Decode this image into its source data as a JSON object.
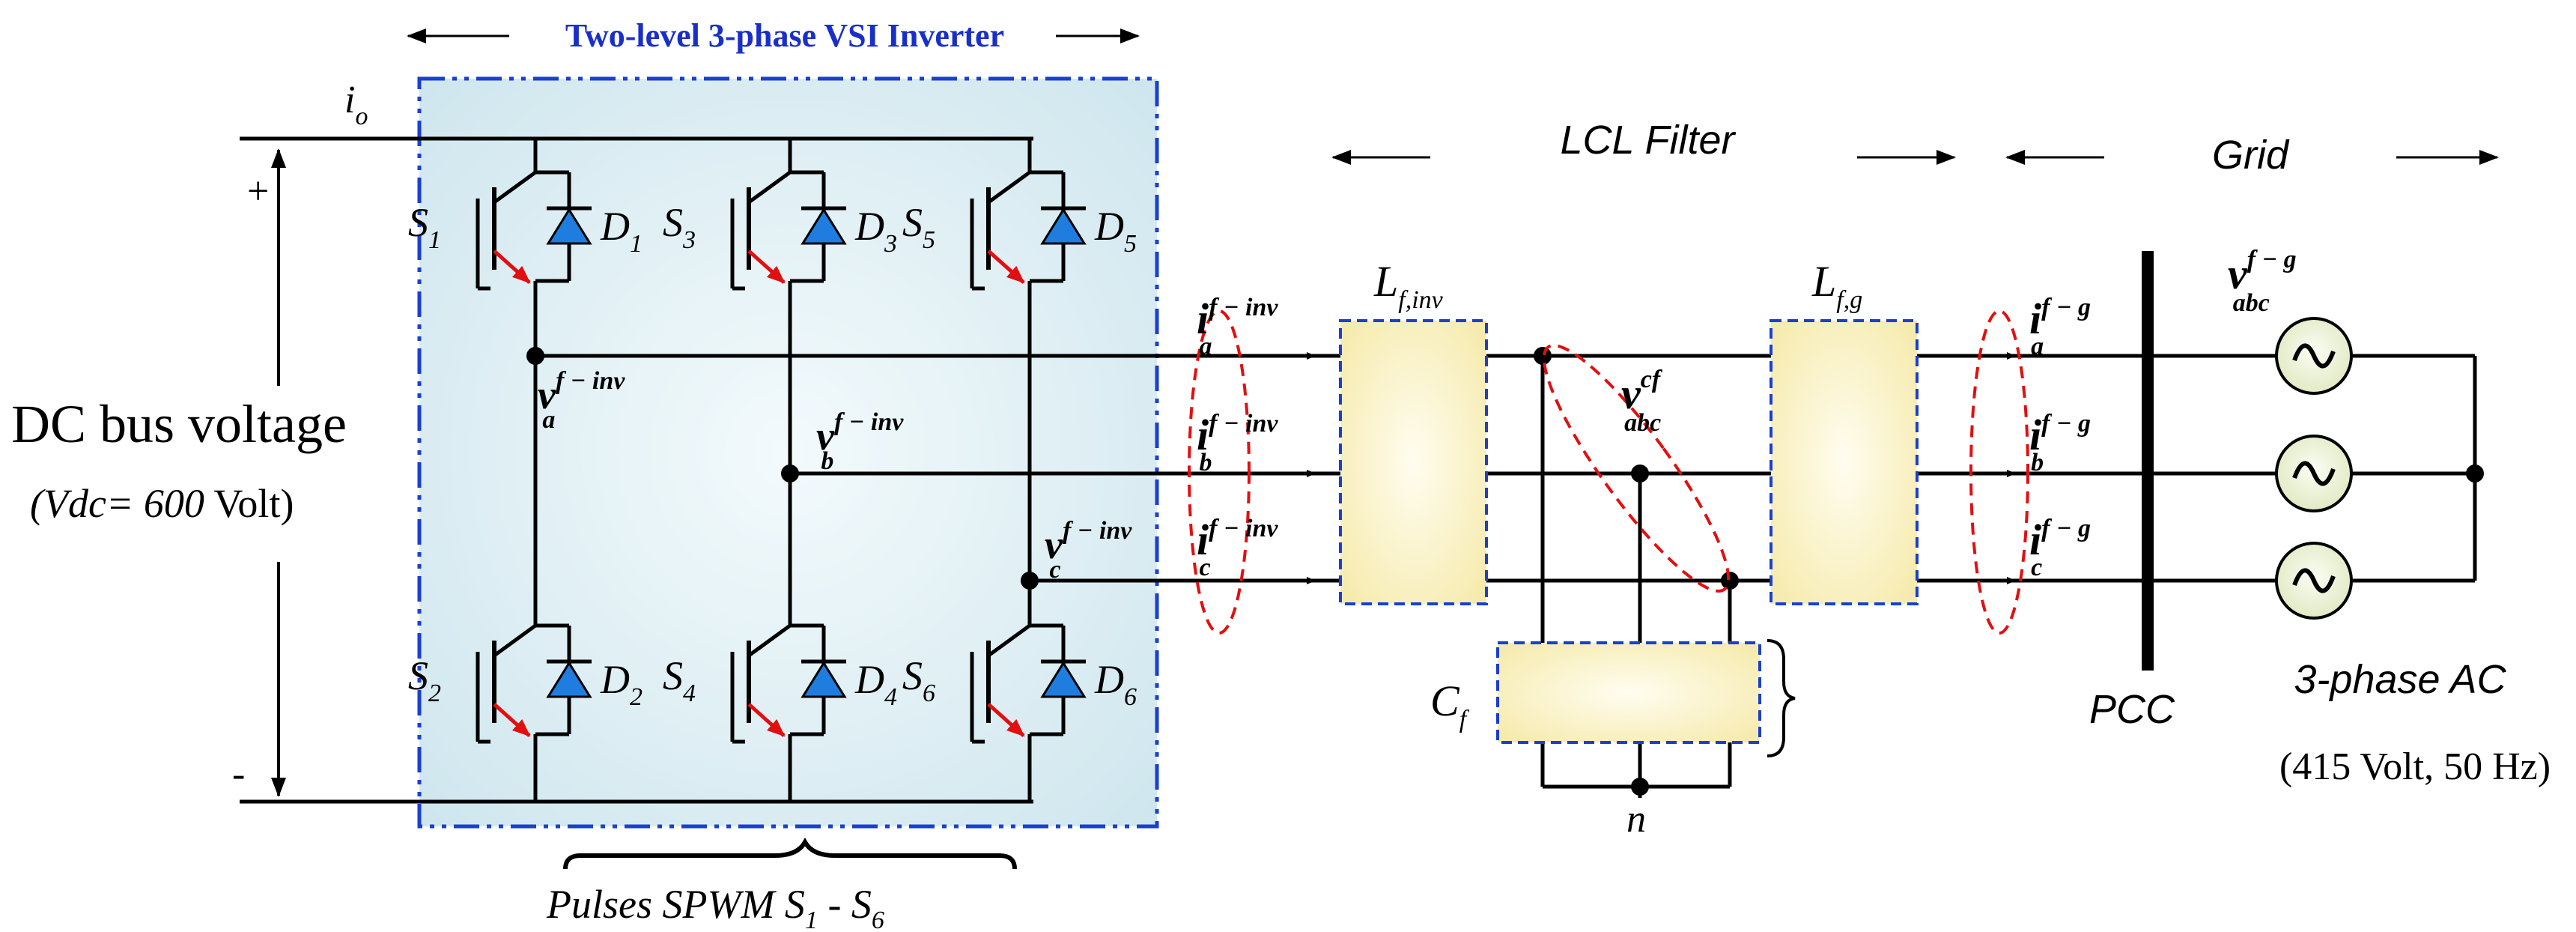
{
  "title": "Two-level 3-phase VSI Inverter",
  "dc": {
    "io": "i",
    "io_sub": "o",
    "plus": "+",
    "minus": "-",
    "label": "DC bus voltage",
    "value_prefix": "(Vdc= ",
    "value_num": "600",
    "value_suffix": " Volt)"
  },
  "switches": [
    {
      "s": "S",
      "s_sub": "1",
      "d": "D",
      "d_sub": "1"
    },
    {
      "s": "S",
      "s_sub": "3",
      "d": "D",
      "d_sub": "3"
    },
    {
      "s": "S",
      "s_sub": "5",
      "d": "D",
      "d_sub": "5"
    },
    {
      "s": "S",
      "s_sub": "2",
      "d": "D",
      "d_sub": "2"
    },
    {
      "s": "S",
      "s_sub": "4",
      "d": "D",
      "d_sub": "4"
    },
    {
      "s": "S",
      "s_sub": "6",
      "d": "D",
      "d_sub": "6"
    }
  ],
  "inverter_voltages": [
    {
      "base": "v",
      "sup": "f − inv",
      "sub": "a"
    },
    {
      "base": "v",
      "sup": "f − inv",
      "sub": "b"
    },
    {
      "base": "v",
      "sup": "f − inv",
      "sub": "c"
    }
  ],
  "inverter_currents": [
    {
      "base": "i",
      "sup": "f − inv",
      "sub": "a"
    },
    {
      "base": "i",
      "sup": "f − inv",
      "sub": "b"
    },
    {
      "base": "i",
      "sup": "f − inv",
      "sub": "c"
    }
  ],
  "grid_currents": [
    {
      "base": "i",
      "sup": "f − g",
      "sub": "a"
    },
    {
      "base": "i",
      "sup": "f − g",
      "sub": "b"
    },
    {
      "base": "i",
      "sup": "f − g",
      "sub": "c"
    }
  ],
  "filter": {
    "header": "LCL Filter",
    "l_inv": "L",
    "l_inv_sub": "f,inv",
    "l_g": "L",
    "l_g_sub": "f,g",
    "cf": "C",
    "cf_sub": "f",
    "vcf_base": "v",
    "vcf_sup": "cf",
    "vcf_sub": "abc",
    "neutral": "n"
  },
  "grid": {
    "header": "Grid",
    "v_base": "v",
    "v_sup": "f − g",
    "v_sub": "abc",
    "pcc": "PCC",
    "ac_label": "3-phase AC",
    "ac_spec": "(415 Volt, 50 Hz)"
  },
  "pulses": {
    "label": "Pulses SPWM  S",
    "s_first_sub": "1",
    "dash": "  - S",
    "s_last_sub": "6"
  },
  "colors": {
    "inverter_box_fill": "#dceef3",
    "inverter_box_border": "#1a3fd1",
    "filter_fill": "#fbf5c4",
    "filter_border": "#1a3fd1",
    "diode_fill": "#1f7de0",
    "arrow_red": "#e01010",
    "ellipse_red": "#e01010",
    "source_fill": "#edf3d8",
    "title_blue": "#1a2fc8"
  }
}
